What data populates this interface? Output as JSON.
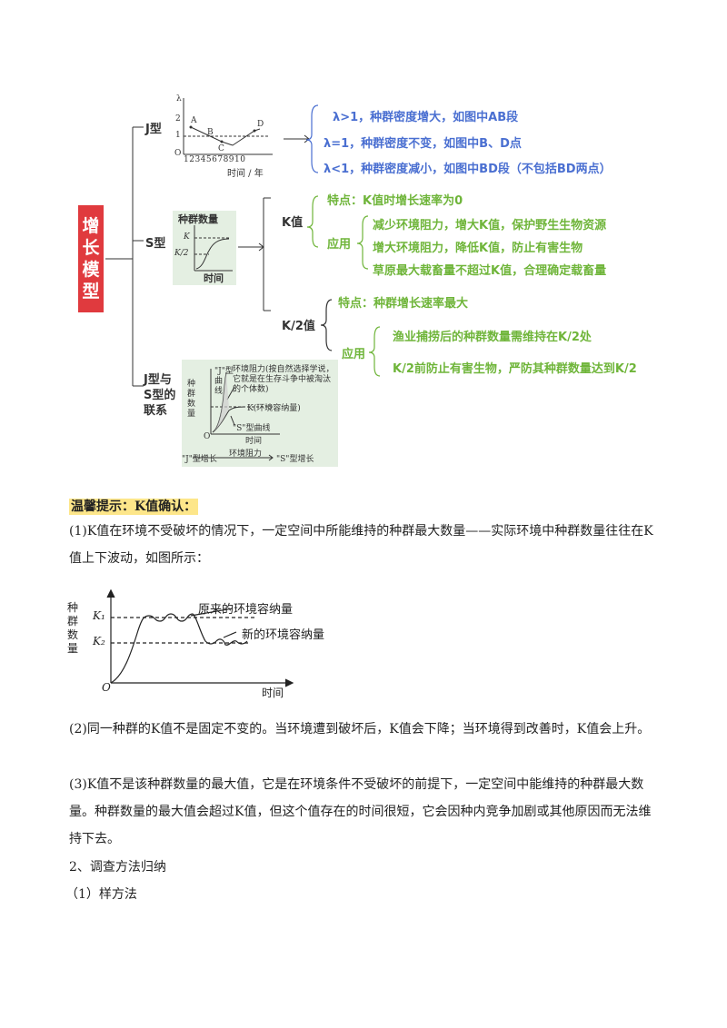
{
  "mindmap": {
    "title_chars": [
      "增",
      "长",
      "模",
      "型"
    ],
    "j_type": {
      "label": "J型",
      "graph": {
        "y_axis": "λ",
        "tick2": "2",
        "tick1": "1",
        "origin": "O",
        "point_a": "A",
        "point_b": "B",
        "point_c": "C",
        "point_d": "D",
        "x_ticks": "12345678910",
        "x_label": "时间 / 年"
      },
      "items": [
        "λ>1，种群密度增大，如图中AB段",
        "λ=1，种群密度不变，如图中B、D点",
        "λ<1，种群密度减小，如图中BD段（不包括BD两点）"
      ]
    },
    "s_type": {
      "label": "S型",
      "graph": {
        "y_label": "种群数量",
        "k": "K",
        "k_half": "K/2",
        "x_label": "时间"
      },
      "k_value": {
        "label": "K值",
        "feature": "特点：K值时增长速率为0",
        "apply_label": "应用",
        "apply_items": [
          "减少环境阻力，增大K值，保护野生生物资源",
          "增大环境阻力，降低K值，防止有害生物",
          "草原最大载畜量不超过K值，合理确定载畜量"
        ]
      },
      "k_half_value": {
        "label": "K/2值",
        "feature": "特点：种群增长速率最大",
        "apply_label": "应用",
        "apply_items": [
          "渔业捕捞后的种群数量需维持在K/2处",
          "K/2前防止有害生物，严防其种群数量达到K/2"
        ]
      }
    },
    "link": {
      "label_lines": [
        "J型与",
        "S型的",
        "联系"
      ],
      "graph": {
        "y_label": "种群数量",
        "j_curve": "\"J\"型曲线",
        "resistance": "环境阻力(按自然选择学说，它就是在生存斗争中被淘汰的个体数)",
        "k_note": "K(环境容纳量)",
        "s_curve": "\"S\"型曲线",
        "origin": "O",
        "x_label": "时间",
        "flow_left": "\"J\"型增长",
        "flow_mid": "环境阻力",
        "flow_right": "\"S\"型增长"
      }
    }
  },
  "tip_title": "温馨提示：K值确认：",
  "para1": "(1)K值在环境不受破坏的情况下，一定空间中所能维持的种群最大数量——实际环境中种群数量往往在K值上下波动，如图所示：",
  "fig2": {
    "y_label": "种群数量",
    "k1": "K₁",
    "k2": "K₂",
    "origin": "O",
    "x_label": "时间",
    "label_original": "原来的环境容纳量",
    "label_new": "新的环境容纳量"
  },
  "para2": "(2)同一种群的K值不是固定不变的。当环境遭到破坏后，K值会下降；当环境得到改善时，K值会上升。",
  "para3": "(3)K值不是该种群数量的最大值，它是在环境条件不受破坏的前提下，一定空间中能维持的种群最大数量。种群数量的最大值会超过K值，但这个值存在的时间很短，它会因种内竞争加剧或其他原因而无法维持下去。",
  "section2": "2、调查方法归纳",
  "sub1": "（1）样方法"
}
